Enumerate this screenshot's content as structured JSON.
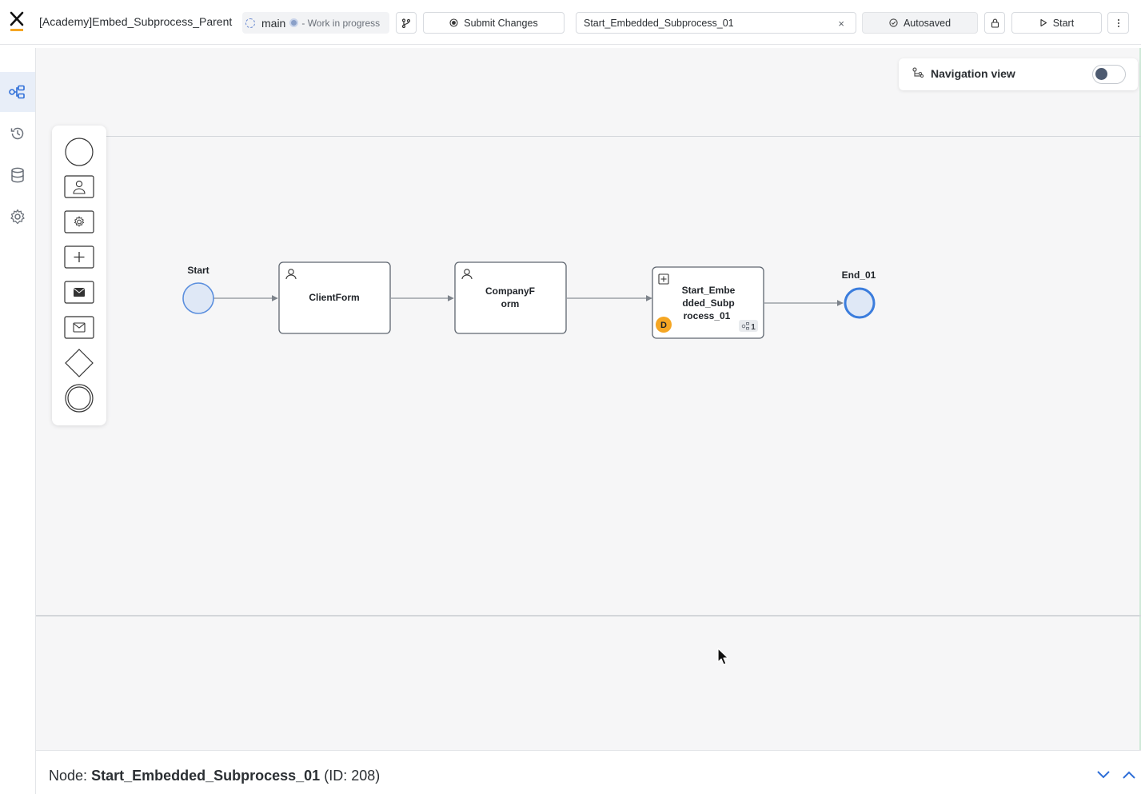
{
  "app": {
    "title": "[Academy]Embed_Subprocess_Parent",
    "branch": "main",
    "branch_status": "- Work in progress"
  },
  "toolbar": {
    "submit_label": "Submit Changes",
    "search_value": "Start_Embedded_Subprocess_01",
    "clear_label": "×",
    "autosave_label": "Autosaved",
    "start_label": "Start"
  },
  "sidebar": {
    "items": [
      {
        "icon": "process-diagram-icon",
        "active": true
      },
      {
        "icon": "history-icon",
        "active": false
      },
      {
        "icon": "database-icon",
        "active": false
      },
      {
        "icon": "gear-icon",
        "active": false
      }
    ]
  },
  "navigation_view": {
    "label": "Navigation view",
    "enabled": false
  },
  "palette": {
    "items": [
      "start-event",
      "user-task",
      "service-task",
      "subprocess",
      "send-message",
      "receive-message",
      "gateway",
      "end-event"
    ]
  },
  "diagram": {
    "nodes": {
      "start": {
        "label": "Start"
      },
      "client_form": {
        "label": "ClientForm"
      },
      "company_form": {
        "label_line1": "CompanyF",
        "label_line2": "orm"
      },
      "subprocess": {
        "label_line1": "Start_Embe",
        "label_line2": "dded_Subp",
        "label_line3": "rocess_01",
        "badge": "D",
        "count": "1"
      },
      "end": {
        "label": "End_01"
      }
    }
  },
  "bottom_panel": {
    "prefix": "Node:",
    "node_name": "Start_Embedded_Subprocess_01",
    "node_id": "(ID: 208)"
  },
  "colors": {
    "accent": "#2f6fd8",
    "event_fill": "#dfe8f6",
    "badge": "#f5a623"
  }
}
